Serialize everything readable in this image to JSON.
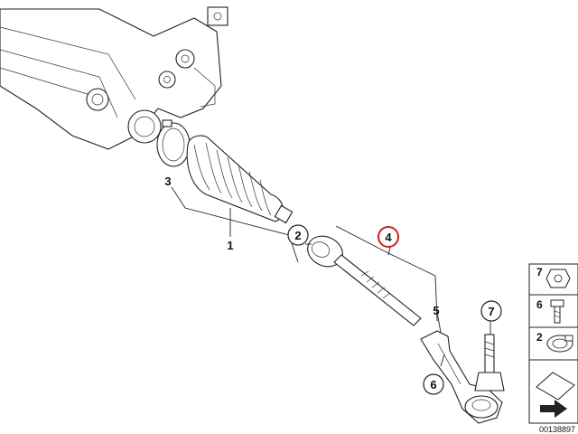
{
  "diagram": {
    "callouts": {
      "p1": "1",
      "p2": "2",
      "p3": "3",
      "p4": "4",
      "p5": "5",
      "p6": "6",
      "p7": "7"
    },
    "side_panel": {
      "items": [
        {
          "label": "7",
          "icon": "nut-icon"
        },
        {
          "label": "6",
          "icon": "bolt-icon"
        },
        {
          "label": "2",
          "icon": "hose-clamp-icon"
        }
      ]
    },
    "diagram_code": "00138897",
    "colors": {
      "highlight": "#cc2222",
      "stroke": "#222222"
    }
  }
}
